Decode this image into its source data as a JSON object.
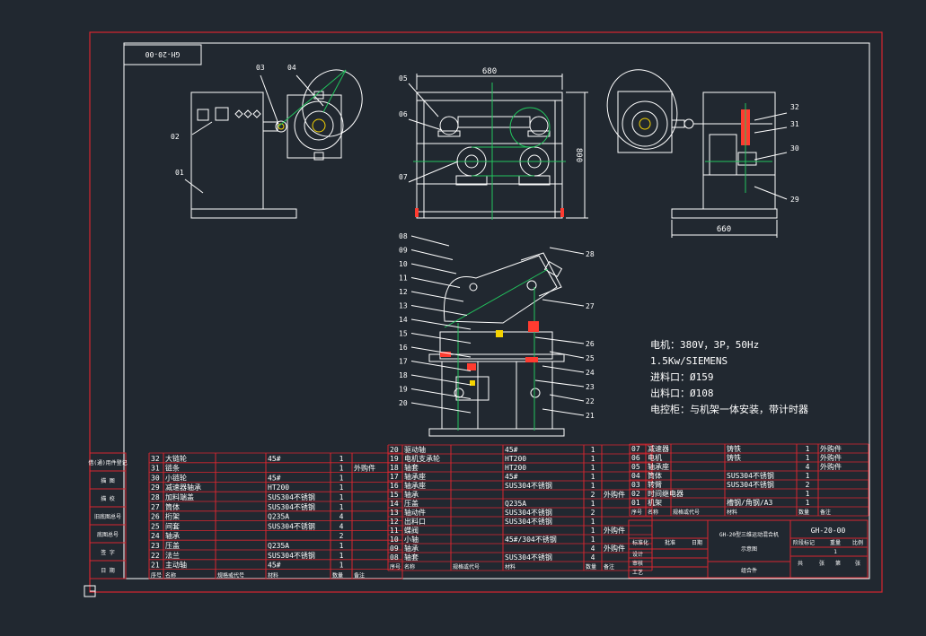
{
  "title_box": "GH-20-00",
  "dimensions": {
    "width_front": "680",
    "height_front": "800",
    "width_side": "660"
  },
  "balloons_top_left": [
    "01",
    "02",
    "03",
    "04"
  ],
  "balloons_top_front": [
    "05",
    "06",
    "07"
  ],
  "balloons_top_right": [
    "32",
    "31",
    "30",
    "29"
  ],
  "balloons_bottom_left": [
    "08",
    "09",
    "10",
    "11",
    "12",
    "13",
    "14",
    "15",
    "16",
    "17",
    "18",
    "19",
    "20"
  ],
  "balloons_bottom_right": [
    "28",
    "27",
    "26",
    "25",
    "24",
    "23",
    "22",
    "21"
  ],
  "notes": [
    "电机：380V，3P，50Hz",
    "1.5Kw/SIEMENS",
    "进料口：Ø159",
    "出料口：Ø108",
    "电控柜：与机架一体安装，带计时器"
  ],
  "bom_left": [
    [
      "32",
      "大链轮",
      "",
      "45#",
      "1",
      ""
    ],
    [
      "31",
      "链条",
      "",
      "",
      "1",
      "外购件"
    ],
    [
      "30",
      "小链轮",
      "",
      "45#",
      "1",
      ""
    ],
    [
      "29",
      "减速器轴承",
      "",
      "HT200",
      "1",
      ""
    ],
    [
      "28",
      "加料端盖",
      "",
      "SUS304不锈钢",
      "1",
      ""
    ],
    [
      "27",
      "筒体",
      "",
      "SUS304不锈钢",
      "1",
      ""
    ],
    [
      "26",
      "桁架",
      "",
      "Q235A",
      "4",
      ""
    ],
    [
      "25",
      "间套",
      "",
      "SUS304不锈钢",
      "4",
      ""
    ],
    [
      "24",
      "轴承",
      "",
      "",
      "2",
      ""
    ],
    [
      "23",
      "压盖",
      "",
      "Q235A",
      "1",
      ""
    ],
    [
      "22",
      "法兰",
      "",
      "SUS304不锈钢",
      "1",
      ""
    ],
    [
      "21",
      "主动轴",
      "",
      "45#",
      "1",
      ""
    ]
  ],
  "bom_left_header": [
    "序号",
    "名称",
    "规格或代号",
    "材料",
    "数量",
    "备注"
  ],
  "bom_mid": [
    [
      "20",
      "驱动轴",
      "",
      "45#",
      "1",
      ""
    ],
    [
      "19",
      "电机支承轮",
      "",
      "HT200",
      "1",
      ""
    ],
    [
      "18",
      "轴套",
      "",
      "HT200",
      "1",
      ""
    ],
    [
      "17",
      "轴承座",
      "",
      "45#",
      "1",
      ""
    ],
    [
      "16",
      "轴承座",
      "",
      "SUS304不锈钢",
      "1",
      ""
    ],
    [
      "15",
      "轴承",
      "",
      "",
      "2",
      "外购件"
    ],
    [
      "14",
      "压盖",
      "",
      "Q235A",
      "1",
      ""
    ],
    [
      "13",
      "轴动件",
      "",
      "SUS304不锈钢",
      "2",
      ""
    ],
    [
      "12",
      "出料口",
      "",
      "SUS304不锈钢",
      "1",
      ""
    ],
    [
      "11",
      "蝶阀",
      "",
      "",
      "1",
      "外购件"
    ],
    [
      "10",
      "小轴",
      "",
      "45#/304不锈钢",
      "1",
      ""
    ],
    [
      "09",
      "轴承",
      "",
      "",
      "4",
      "外购件"
    ],
    [
      "08",
      "轴套",
      "",
      "SUS304不锈钢",
      "4",
      ""
    ]
  ],
  "bom_mid_header": [
    "序号",
    "名称",
    "规格或代号",
    "材料",
    "数量",
    "备注"
  ],
  "bom_right": [
    [
      "07",
      "减速器",
      "",
      "铸铁",
      "1",
      "外购件"
    ],
    [
      "06",
      "电机",
      "",
      "铸铁",
      "1",
      "外购件"
    ],
    [
      "05",
      "轴承座",
      "",
      "",
      "4",
      "外购件"
    ],
    [
      "04",
      "筒体",
      "",
      "SUS304不锈钢",
      "1",
      ""
    ],
    [
      "03",
      "转臂",
      "",
      "SUS304不锈钢",
      "2",
      ""
    ],
    [
      "02",
      "时间继电器",
      "",
      "",
      "1",
      ""
    ],
    [
      "01",
      "机架",
      "",
      "槽钢/角钢/A3",
      "1",
      ""
    ]
  ],
  "bom_right_header": [
    "序号",
    "名称",
    "规格或代号",
    "材料",
    "数量",
    "备注"
  ],
  "title_block": {
    "drawing_no": "GH-20-00",
    "name": "GH-20型三维运动混合机",
    "sub": "示意图",
    "assembly": "组合件",
    "cols": [
      "阶段标记",
      "重量",
      "比例"
    ],
    "scale": "1",
    "sheet": [
      "共",
      "张",
      "第",
      "张"
    ],
    "roles": [
      "设计",
      "审核",
      "工艺",
      "标准化",
      "批准",
      "日期"
    ]
  },
  "left_strip": [
    "借(通)用件登记",
    "描 图",
    "描 校",
    "旧底图总号",
    "底图总号",
    "签 字",
    "日 期"
  ],
  "colors": {
    "background": "#212830",
    "frame": "#d8262f",
    "line": "#ffffff",
    "center": "#22c55e",
    "accent": "#ff3b30",
    "yellow": "#f5d300"
  }
}
